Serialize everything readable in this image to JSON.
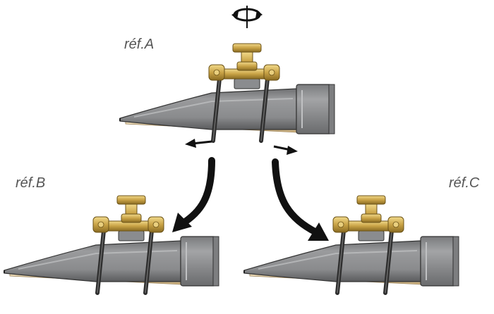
{
  "labels": {
    "ref_a": "réf.A",
    "ref_b": "réf.B",
    "ref_c": "réf.C"
  },
  "icons": {
    "rotation": "circular-rotate-arrow-icon",
    "motion": "double-horizontal-arrow-icon",
    "flow": "curved-arrow-icon"
  },
  "colors": {
    "mouthpiece_body": "#8d8e90",
    "mouthpiece_shadow": "#5e5f61",
    "mouthpiece_light": "#b4b5b7",
    "reed": "#e6d3ae",
    "brass": "#caa64b",
    "brass_dark": "#8a6b22",
    "rod": "#3a3a3a",
    "arrow": "#111111",
    "label": "#555555"
  }
}
